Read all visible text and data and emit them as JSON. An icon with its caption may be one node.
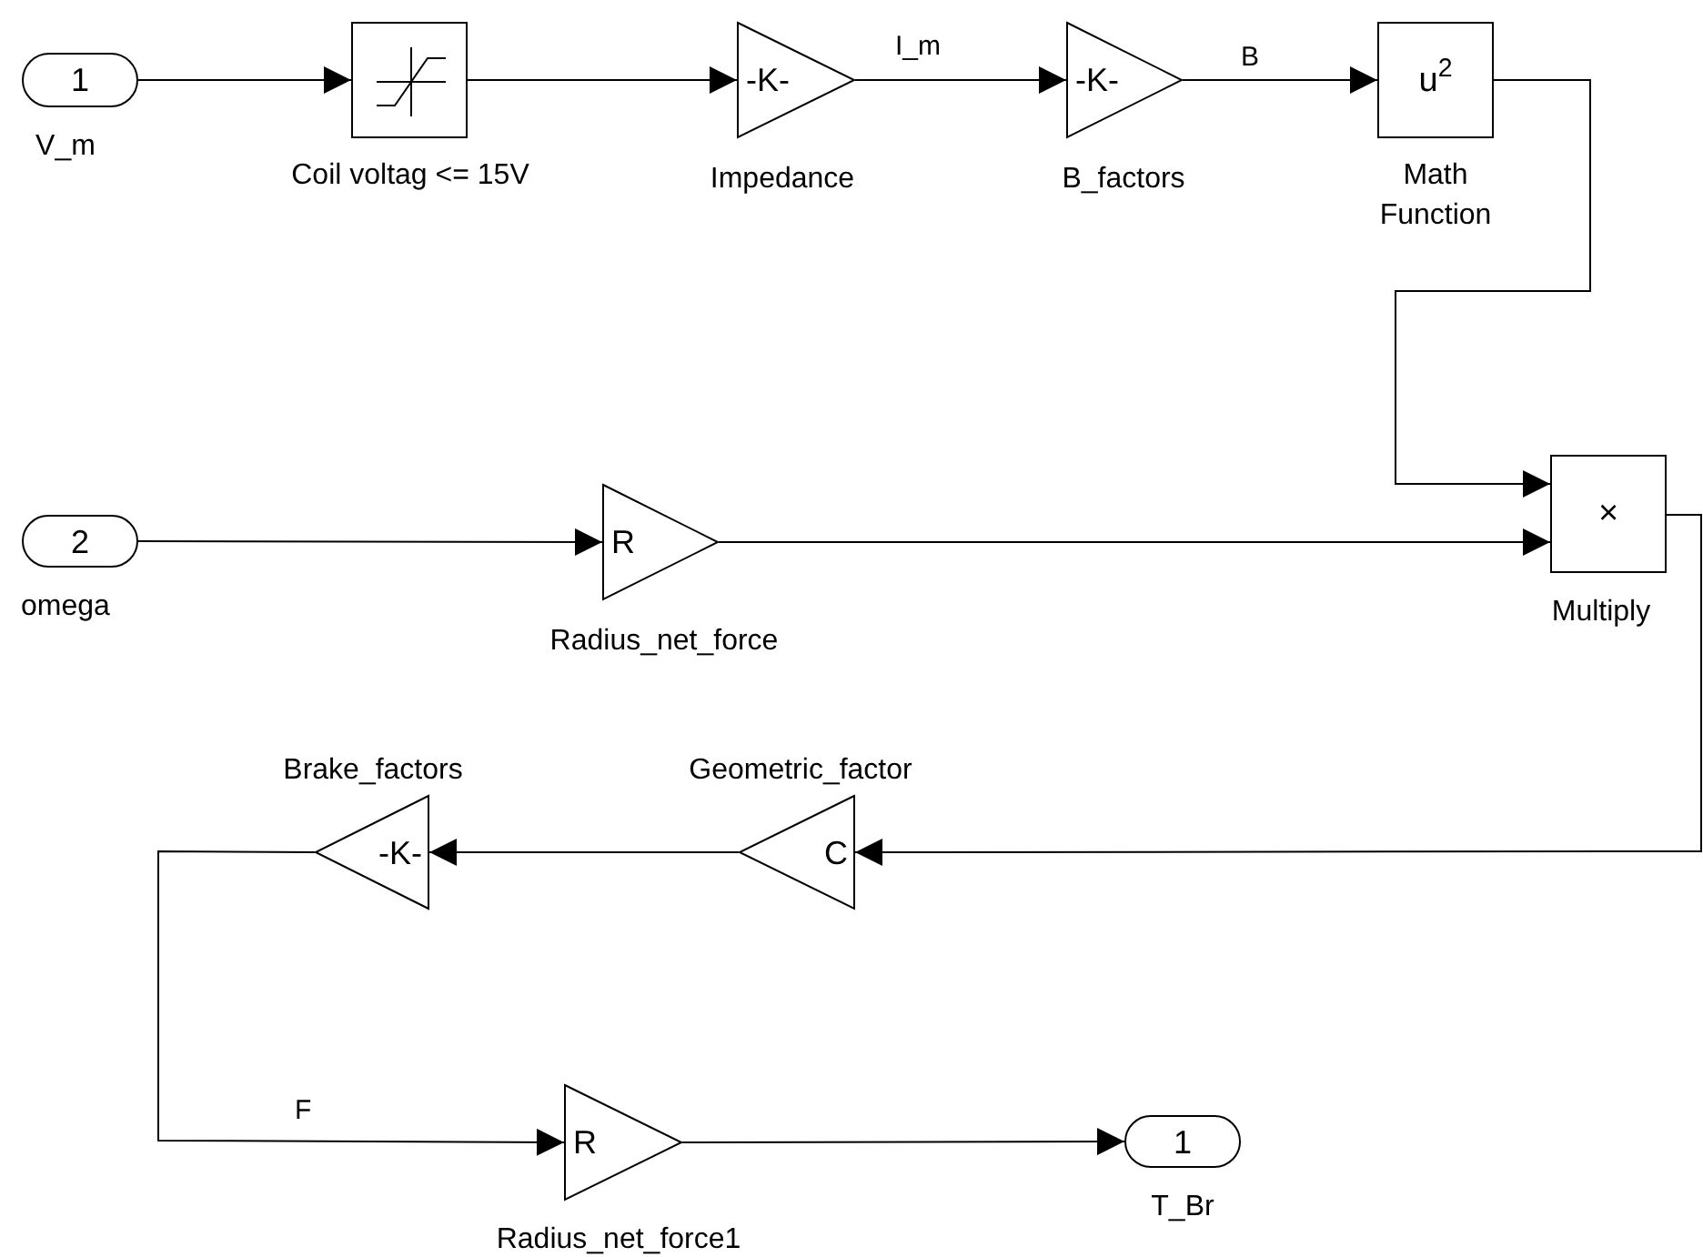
{
  "diagram": {
    "nodes": [
      {
        "text": [
          "1"
        ],
        "beside": [
          "V_m"
        ]
      },
      {
        "text": [],
        "shape": "box",
        "beside": [
          "Coil voltag <= 15V"
        ]
      },
      {
        "text": [
          "-K-"
        ],
        "beside": [
          "Impedance"
        ]
      },
      {
        "text": [
          "-K-"
        ],
        "beside": [
          "B_factors"
        ]
      },
      {
        "text": [
          "u$^{2}$"
        ],
        "beside": [
          "Math Function"
        ]
      },
      {
        "text": [
          "2"
        ],
        "beside": [
          "omega"
        ]
      },
      {
        "text": [
          "R"
        ],
        "beside": [
          "Radius_net_force"
        ]
      },
      {
        "text": [
          "×"
        ],
        "beside": [
          "Multiply"
        ]
      },
      {
        "text": [
          "C"
        ],
        "beside": [
          "Geometric_factor"
        ]
      },
      {
        "text": [
          "-K-"
        ],
        "beside": [
          "Brake_factors"
        ]
      },
      {
        "text": [
          "R"
        ],
        "beside": [
          "Radius_net_force1"
        ]
      },
      {
        "text": [
          "1"
        ],
        "beside": [
          "T_Br"
        ]
      }
    ],
    "edges": [
      {
        "from": 0,
        "to": 1,
        "arrow": "to"
      },
      {
        "from": 1,
        "to": 2,
        "arrow": "to"
      },
      {
        "from": 2,
        "to": 3,
        "arrow": "to",
        "label": "I_m"
      },
      {
        "from": 3,
        "to": 4,
        "arrow": "to",
        "label": "B"
      },
      {
        "from": 4,
        "to": 7,
        "arrow": "to"
      },
      {
        "from": 5,
        "to": 6,
        "arrow": "to"
      },
      {
        "from": 6,
        "to": 7,
        "arrow": "to"
      },
      {
        "from": 7,
        "to": 8,
        "arrow": "to"
      },
      {
        "from": 8,
        "to": 9,
        "arrow": "to"
      },
      {
        "from": 9,
        "to": 10,
        "arrow": "to",
        "label": "F"
      },
      {
        "from": 10,
        "to": 11,
        "arrow": "to"
      }
    ]
  }
}
